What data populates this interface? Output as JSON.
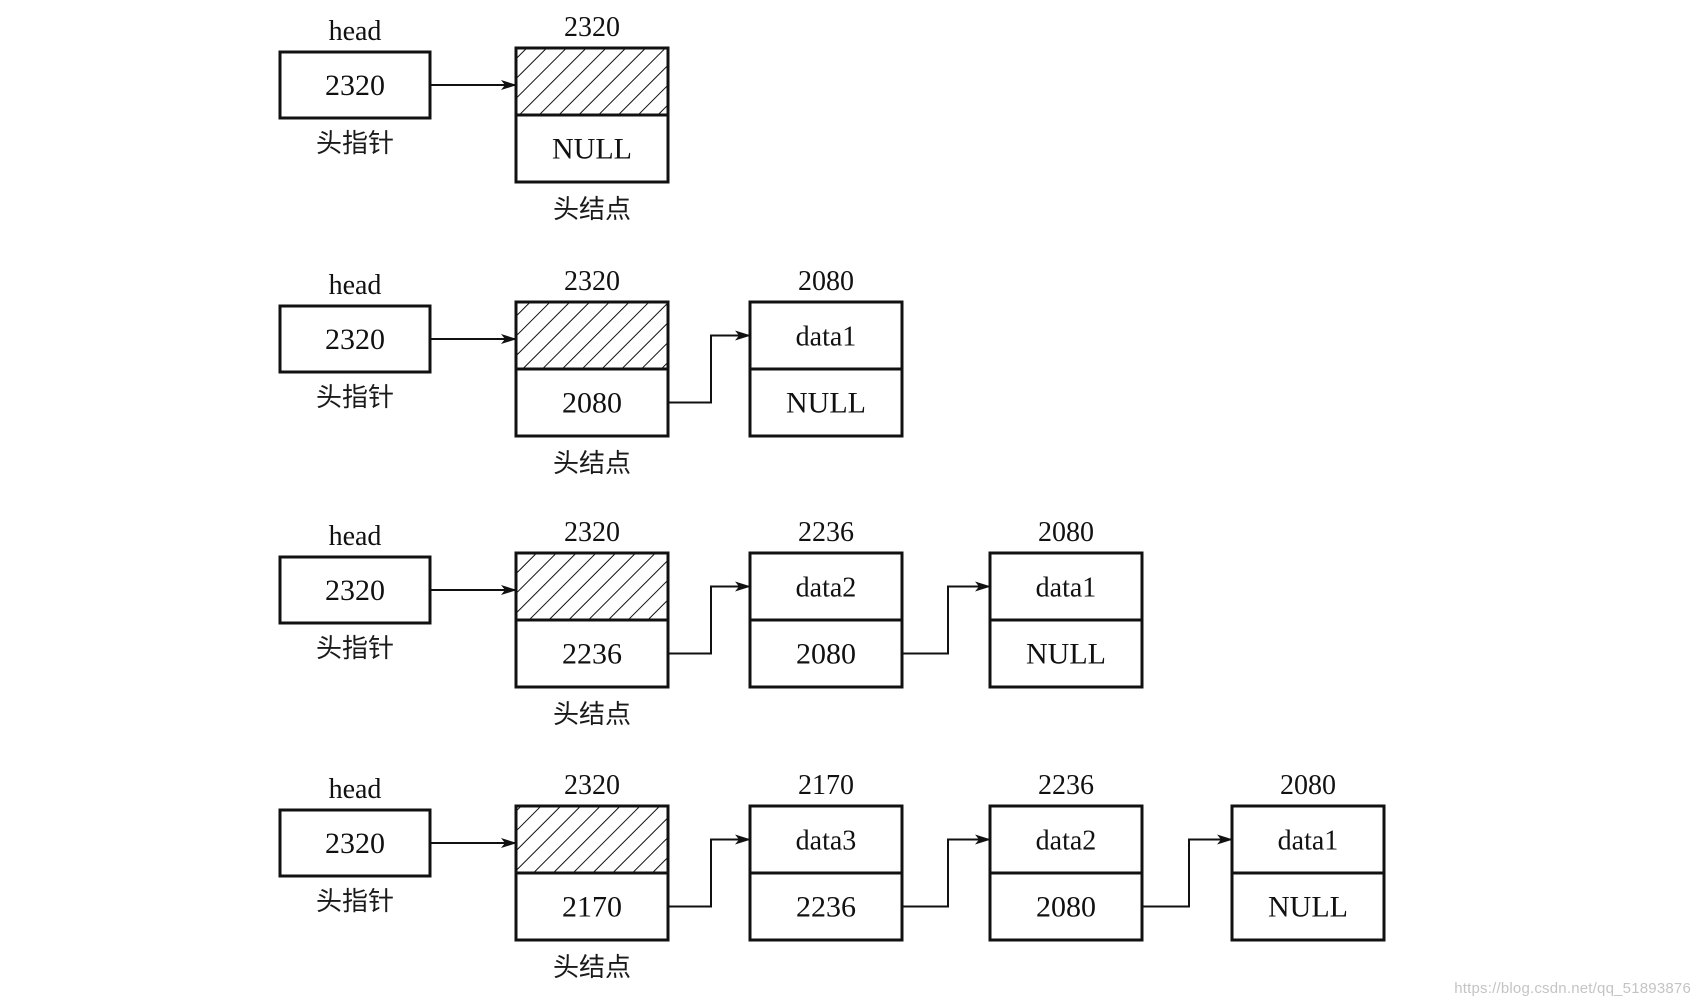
{
  "diagrams": [
    {
      "head_label": "head",
      "head_value": "2320",
      "head_caption": "头指针",
      "header_node": {
        "address": "2320",
        "next": "NULL",
        "caption": "头结点"
      },
      "nodes": []
    },
    {
      "head_label": "head",
      "head_value": "2320",
      "head_caption": "头指针",
      "header_node": {
        "address": "2320",
        "next": "2080",
        "caption": "头结点"
      },
      "nodes": [
        {
          "address": "2080",
          "data": "data1",
          "next": "NULL"
        }
      ]
    },
    {
      "head_label": "head",
      "head_value": "2320",
      "head_caption": "头指针",
      "header_node": {
        "address": "2320",
        "next": "2236",
        "caption": "头结点"
      },
      "nodes": [
        {
          "address": "2236",
          "data": "data2",
          "next": "2080"
        },
        {
          "address": "2080",
          "data": "data1",
          "next": "NULL"
        }
      ]
    },
    {
      "head_label": "head",
      "head_value": "2320",
      "head_caption": "头指针",
      "header_node": {
        "address": "2320",
        "next": "2170",
        "caption": "头结点"
      },
      "nodes": [
        {
          "address": "2170",
          "data": "data3",
          "next": "2236"
        },
        {
          "address": "2236",
          "data": "data2",
          "next": "2080"
        },
        {
          "address": "2080",
          "data": "data1",
          "next": "NULL"
        }
      ]
    }
  ],
  "watermark": "https://blog.csdn.net/qq_51893876",
  "colors": {
    "line": "#111111",
    "background": "#ffffff",
    "watermark": "#c4c4c4"
  }
}
